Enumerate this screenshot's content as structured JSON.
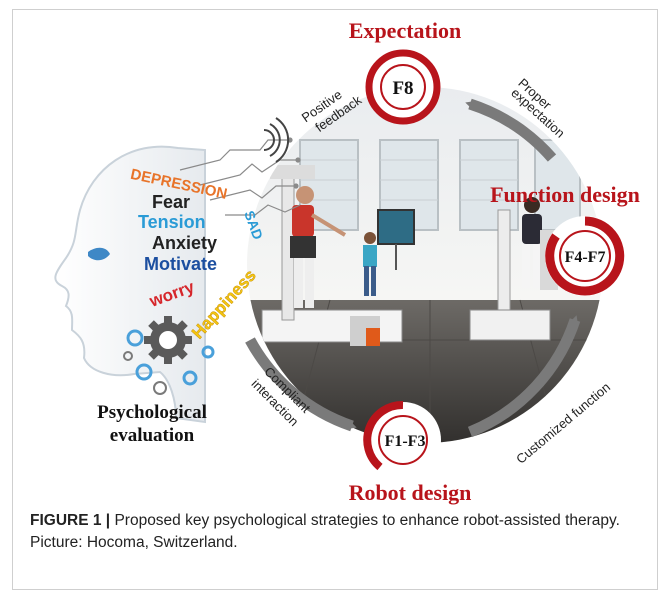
{
  "figure": {
    "labels": {
      "expectation": "Expectation",
      "function_design": "Function design",
      "robot_design": "Robot design",
      "psychological_1": "Psychological",
      "psychological_2": "evaluation"
    },
    "badges": {
      "f8": "F8",
      "f4f7": "F4-F7",
      "f1f3": "F1-F3"
    },
    "arrows": {
      "positive_1": "Positive",
      "positive_2": "feedback",
      "proper_1": "Proper",
      "proper_2": "expectation",
      "compliant_1": "Compliant",
      "compliant_2": "interaction",
      "customized": "Customized function"
    },
    "words": {
      "depression": "DEPRESSION",
      "fear": "Fear",
      "tension": "Tension",
      "anxiety": "Anxiety",
      "motivate": "Motivate",
      "worry": "worry",
      "happiness": "Happiness",
      "sad": "SAD"
    },
    "colors": {
      "dark_red": "#b8141b",
      "arrow_gray": "#7a7a7a",
      "depression": "#e8742a",
      "tension": "#2a9bd6",
      "motivate": "#1c4fa0",
      "worry": "#d6262b",
      "happiness": "#f3c512",
      "sad": "#2a9bd6",
      "gear": "#4aa0da"
    }
  },
  "caption": {
    "label": "FIGURE 1 |",
    "text": " Proposed key psychological strategies to enhance robot-assisted therapy. Picture: Hocoma, Switzerland."
  }
}
